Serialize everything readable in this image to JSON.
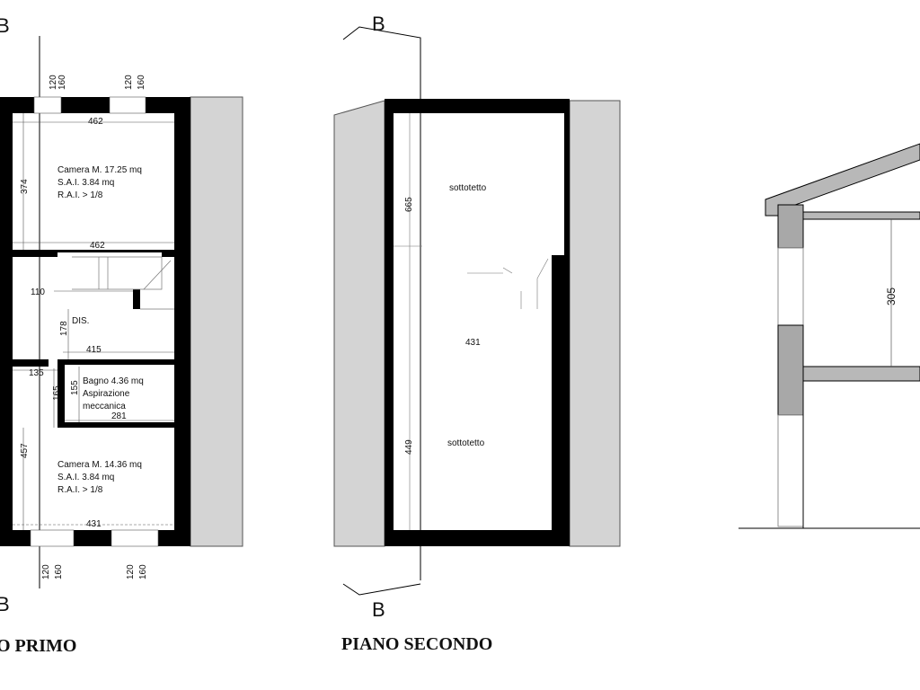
{
  "plan_first": {
    "title": "O PRIMO",
    "section_marker": "B",
    "rooms": {
      "camera1": {
        "name": "Camera M. 17.25 mq",
        "sai": "S.A.I. 3.84 mq",
        "rai": "R.A.I. > 1/8"
      },
      "dis": "DIS.",
      "bagno": {
        "name": "Bagno 4.36 mq",
        "line2": "Aspirazione",
        "line3": "meccanica"
      },
      "camera2": {
        "name": "Camera M. 14.36 mq",
        "sai": "S.A.I. 3.84 mq",
        "rai": "R.A.I. > 1/8"
      }
    },
    "dims": {
      "top_win_a": "120",
      "top_win_b": "160",
      "top_win2_a": "120",
      "top_win2_b": "160",
      "width_top": "462",
      "height_top": "374",
      "width_mid": "462",
      "stair": "110",
      "dis_h": "178",
      "dis_w": "415",
      "bath_left": "135",
      "bath_h1": "165",
      "bath_h2": "155",
      "bath_w": "281",
      "height_bottom": "457",
      "width_bottom": "431",
      "bot_win_a": "120",
      "bot_win_b": "160",
      "bot_win2_a": "120",
      "bot_win2_b": "160"
    }
  },
  "plan_second": {
    "title": "PIANO SECONDO",
    "section_marker_top": "B",
    "section_marker_bottom": "B",
    "attic_top": "sottotetto",
    "attic_bottom": "sottotetto",
    "dims": {
      "h_top": "665",
      "width": "431",
      "h_bottom": "449"
    }
  },
  "section": {
    "height": "305"
  }
}
